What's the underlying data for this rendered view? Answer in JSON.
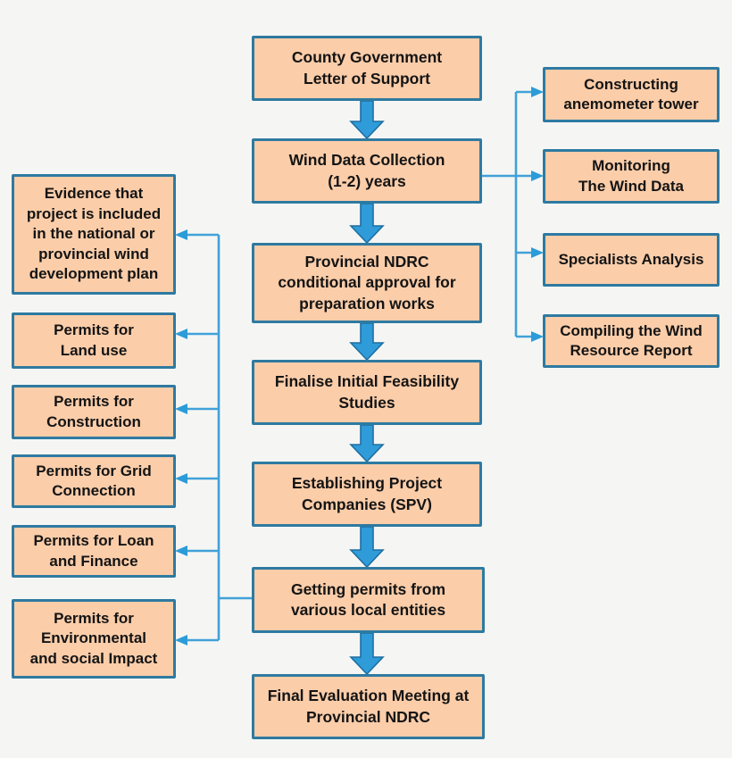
{
  "diagram": {
    "type": "flowchart",
    "colors": {
      "background": "#f5f6f4",
      "box_fill": "#fbcda9",
      "box_border": "#2e7aa1",
      "connector_line": "#41a1d8",
      "thick_arrow_fill": "#2f9cd9",
      "thick_arrow_border": "#1e6fa1",
      "text": "#141414"
    },
    "center_steps": [
      {
        "label": "County Government\nLetter of Support"
      },
      {
        "label": "Wind Data Collection\n(1-2) years"
      },
      {
        "label": "Provincial NDRC\nconditional approval for\npreparation works"
      },
      {
        "label": "Finalise Initial Feasibility\nStudies"
      },
      {
        "label": "Establishing Project\nCompanies (SPV)"
      },
      {
        "label": "Getting permits from\nvarious local entities"
      },
      {
        "label": "Final Evaluation Meeting at\nProvincial NDRC"
      }
    ],
    "left_boxes": [
      {
        "label": "Evidence that\nproject is included\nin the national or\nprovincial wind\ndevelopment plan"
      },
      {
        "label": "Permits for\nLand use"
      },
      {
        "label": "Permits for\nConstruction"
      },
      {
        "label": "Permits for Grid\nConnection"
      },
      {
        "label": "Permits for Loan\nand Finance"
      },
      {
        "label": "Permits for\nEnvironmental\nand social Impact"
      }
    ],
    "right_boxes": [
      {
        "label": "Constructing\nanemometer tower"
      },
      {
        "label": "Monitoring\nThe Wind Data"
      },
      {
        "label": "Specialists Analysis"
      },
      {
        "label": "Compiling the Wind\nResource Report"
      }
    ],
    "edges": [
      {
        "from": "County Government Letter of Support",
        "to": "Wind Data Collection (1-2) years",
        "style": "thick-down"
      },
      {
        "from": "Wind Data Collection (1-2) years",
        "to": "Provincial NDRC conditional approval for preparation works",
        "style": "thick-down"
      },
      {
        "from": "Provincial NDRC conditional approval for preparation works",
        "to": "Finalise Initial Feasibility Studies",
        "style": "thick-down"
      },
      {
        "from": "Finalise Initial Feasibility Studies",
        "to": "Establishing Project Companies (SPV)",
        "style": "thick-down"
      },
      {
        "from": "Establishing Project Companies (SPV)",
        "to": "Getting permits from various local entities",
        "style": "thick-down"
      },
      {
        "from": "Getting permits from various local entities",
        "to": "Final Evaluation Meeting at Provincial NDRC",
        "style": "thick-down"
      },
      {
        "from": "Wind Data Collection (1-2) years",
        "to": "Constructing anemometer tower",
        "style": "thin-arrow"
      },
      {
        "from": "Wind Data Collection (1-2) years",
        "to": "Monitoring The Wind Data",
        "style": "thin-arrow"
      },
      {
        "from": "Wind Data Collection (1-2) years",
        "to": "Specialists Analysis",
        "style": "thin-arrow"
      },
      {
        "from": "Wind Data Collection (1-2) years",
        "to": "Compiling the Wind Resource Report",
        "style": "thin-arrow"
      },
      {
        "from": "Getting permits from various local entities",
        "to": "Evidence that project is included in the national or provincial wind development plan",
        "style": "thin-arrow"
      },
      {
        "from": "Getting permits from various local entities",
        "to": "Permits for Land use",
        "style": "thin-arrow"
      },
      {
        "from": "Getting permits from various local entities",
        "to": "Permits for Construction",
        "style": "thin-arrow"
      },
      {
        "from": "Getting permits from various local entities",
        "to": "Permits for Grid Connection",
        "style": "thin-arrow"
      },
      {
        "from": "Getting permits from various local entities",
        "to": "Permits for Loan and Finance",
        "style": "thin-arrow"
      },
      {
        "from": "Getting permits from various local entities",
        "to": "Permits for Environmental and social Impact",
        "style": "thin-arrow"
      }
    ]
  }
}
